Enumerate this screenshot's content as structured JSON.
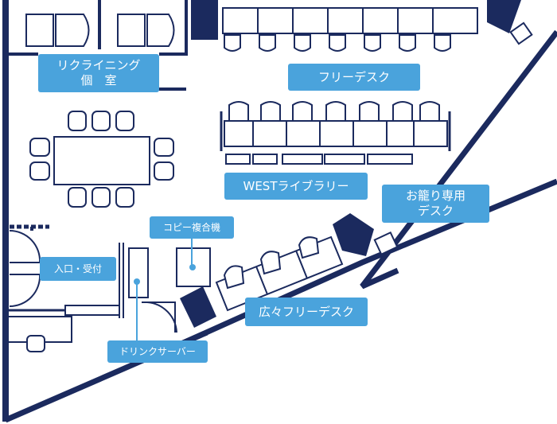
{
  "colors": {
    "wall": "#1b2a5e",
    "label_bg": "#4aa3dc",
    "label_text": "#ffffff",
    "background": "#ffffff"
  },
  "areas": {
    "reclining": {
      "line1": "リクライニング",
      "line2": "個　室"
    },
    "free_desk": {
      "text": "フリーデスク"
    },
    "west_library": {
      "text": "WESTライブラリー"
    },
    "private_desk": {
      "line1": "お籠り専用",
      "line2": "デスク"
    },
    "copier": {
      "text": "コピー複合機"
    },
    "entrance": {
      "text": "入口・受付"
    },
    "wide_free_desk": {
      "text": "広々フリーデスク"
    },
    "drink_server": {
      "text": "ドリンクサーバー"
    }
  }
}
